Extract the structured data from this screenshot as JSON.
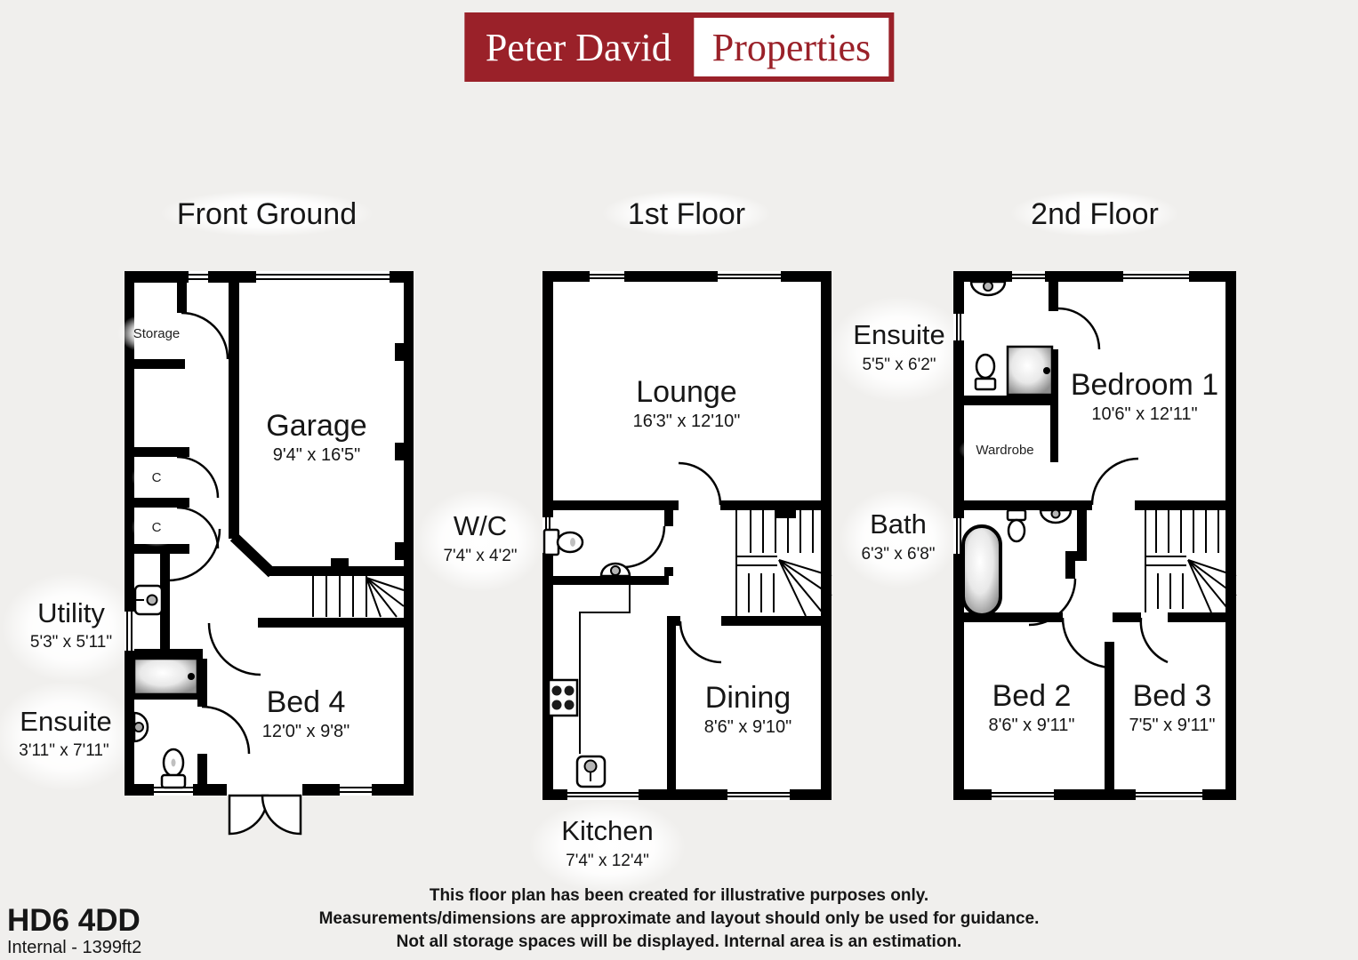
{
  "brand": {
    "name_left": "Peter David",
    "name_right": "Properties",
    "color": "#9a2129"
  },
  "floors": {
    "front_ground": {
      "title": "Front Ground",
      "rooms": {
        "storage": {
          "label": "Storage"
        },
        "garage": {
          "label": "Garage",
          "dims": "9'4\" x 16'5\""
        },
        "closet1": {
          "label": "C"
        },
        "closet2": {
          "label": "C"
        },
        "utility": {
          "label": "Utility",
          "dims": "5'3\" x 5'11\""
        },
        "ensuite": {
          "label": "Ensuite",
          "dims": "3'11\" x 7'11\""
        },
        "bed4": {
          "label": "Bed 4",
          "dims": "12'0\" x 9'8\""
        }
      }
    },
    "first_floor": {
      "title": "1st Floor",
      "rooms": {
        "lounge": {
          "label": "Lounge",
          "dims": "16'3\" x 12'10\""
        },
        "wc": {
          "label": "W/C",
          "dims": "7'4\" x 4'2\""
        },
        "dining": {
          "label": "Dining",
          "dims": "8'6\" x 9'10\""
        },
        "kitchen": {
          "label": "Kitchen",
          "dims": "7'4\" x 12'4\""
        }
      }
    },
    "second_floor": {
      "title": "2nd Floor",
      "rooms": {
        "ensuite": {
          "label": "Ensuite",
          "dims": "5'5\" x 6'2\""
        },
        "bedroom1": {
          "label": "Bedroom 1",
          "dims": "10'6\" x 12'11\""
        },
        "wardrobe": {
          "label": "Wardrobe"
        },
        "bath": {
          "label": "Bath",
          "dims": "6'3\" x 6'8\""
        },
        "bed2": {
          "label": "Bed 2",
          "dims": "8'6\" x 9'11\""
        },
        "bed3": {
          "label": "Bed 3",
          "dims": "7'5\" x 9'11\""
        }
      }
    }
  },
  "footer": {
    "postcode": "HD6 4DD",
    "internal_area": "Internal - 1399ft2",
    "disclaimer": {
      "line1": "This floor plan has been created for illustrative purposes only.",
      "line2": "Measurements/dimensions are approximate and layout should only be used for guidance.",
      "line3": "Not all storage spaces will be displayed. Internal area is an estimation."
    }
  }
}
